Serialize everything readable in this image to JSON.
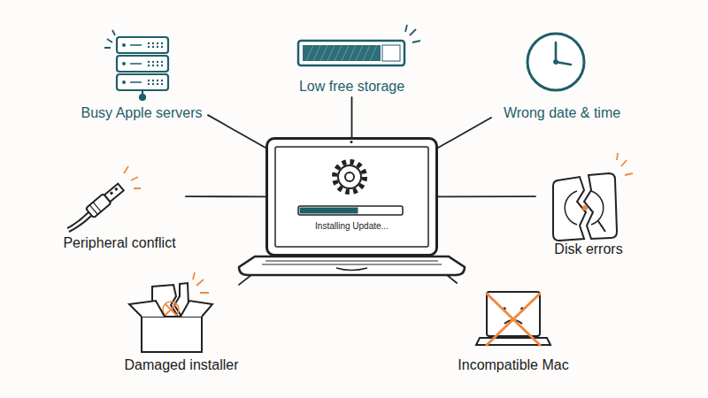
{
  "diagram": {
    "nodes": [
      {
        "text": [
          "Busy Apple servers"
        ]
      },
      {
        "text": [
          "Low free storage"
        ]
      },
      {
        "text": [
          "Wrong date & time"
        ]
      },
      {
        "text": [
          "Peripheral conflict"
        ]
      },
      {
        "text": [
          "Installing Update..."
        ]
      },
      {
        "text": [
          "Disk errors"
        ]
      },
      {
        "text": [
          "Damaged installer"
        ]
      },
      {
        "text": [
          "Incompatible Mac"
        ]
      }
    ],
    "edges": [
      {
        "from": 4,
        "to": 0,
        "arrow": "none"
      },
      {
        "from": 4,
        "to": 1,
        "arrow": "none"
      },
      {
        "from": 4,
        "to": 2,
        "arrow": "none"
      },
      {
        "from": 4,
        "to": 3,
        "arrow": "none"
      },
      {
        "from": 4,
        "to": 5,
        "arrow": "none"
      },
      {
        "from": 4,
        "to": 6,
        "arrow": "none"
      },
      {
        "from": 4,
        "to": 7,
        "arrow": "none"
      }
    ]
  }
}
